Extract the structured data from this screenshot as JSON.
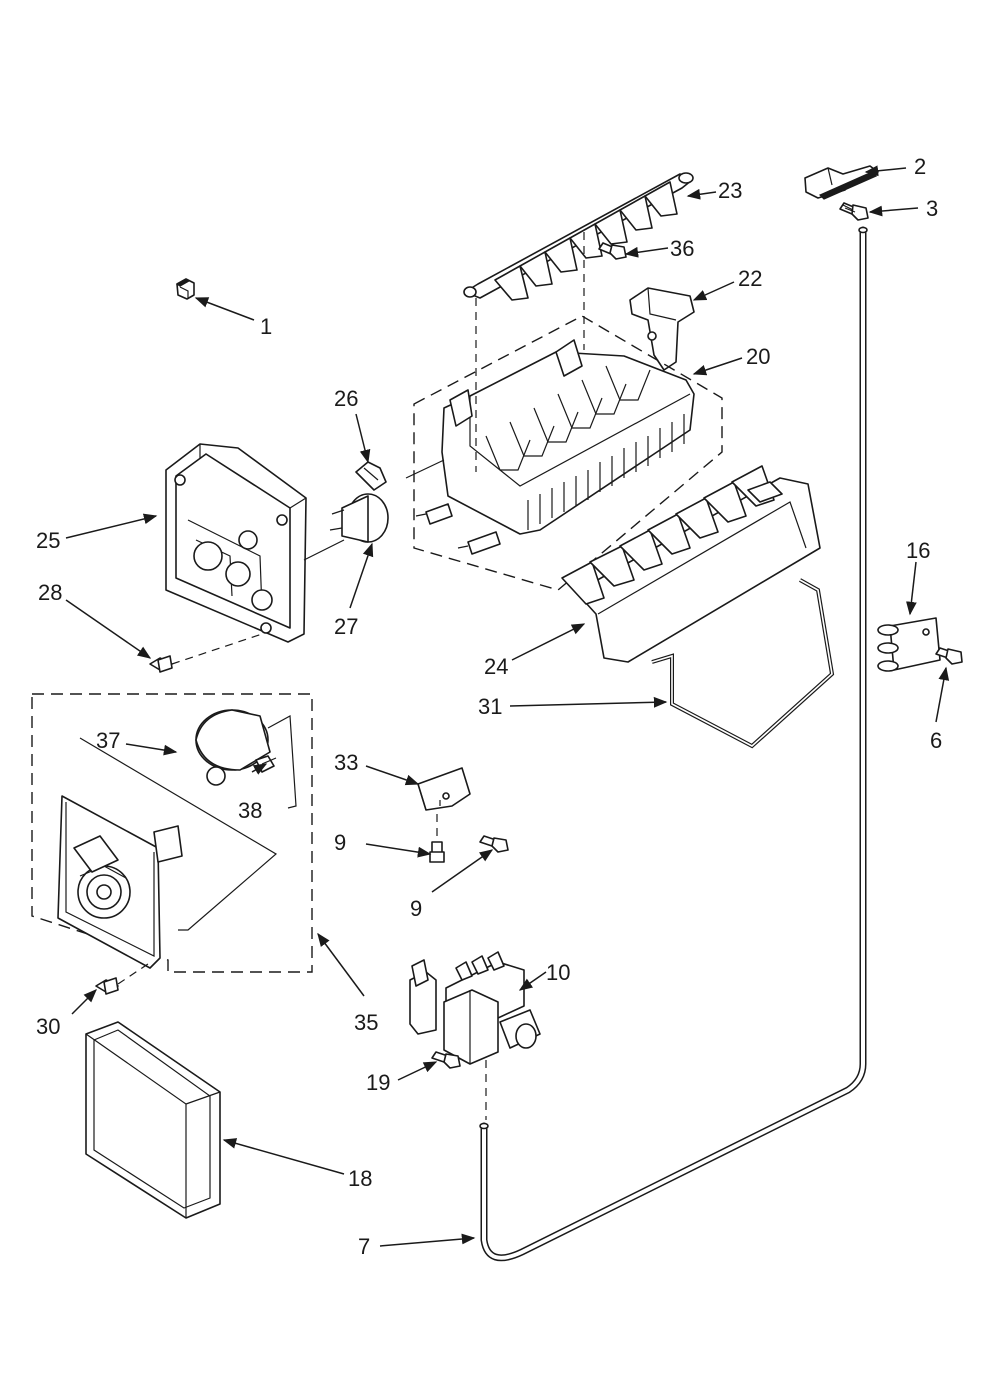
{
  "diagram": {
    "callouts": [
      {
        "id": "c1",
        "label": "1"
      },
      {
        "id": "c2",
        "label": "2"
      },
      {
        "id": "c3",
        "label": "3"
      },
      {
        "id": "c6",
        "label": "6"
      },
      {
        "id": "c7",
        "label": "7"
      },
      {
        "id": "c9a",
        "label": "9"
      },
      {
        "id": "c9b",
        "label": "9"
      },
      {
        "id": "c10",
        "label": "10"
      },
      {
        "id": "c16",
        "label": "16"
      },
      {
        "id": "c18",
        "label": "18"
      },
      {
        "id": "c19",
        "label": "19"
      },
      {
        "id": "c20",
        "label": "20"
      },
      {
        "id": "c22",
        "label": "22"
      },
      {
        "id": "c23",
        "label": "23"
      },
      {
        "id": "c24",
        "label": "24"
      },
      {
        "id": "c25",
        "label": "25"
      },
      {
        "id": "c26",
        "label": "26"
      },
      {
        "id": "c27",
        "label": "27"
      },
      {
        "id": "c28",
        "label": "28"
      },
      {
        "id": "c30",
        "label": "30"
      },
      {
        "id": "c31",
        "label": "31"
      },
      {
        "id": "c33",
        "label": "33"
      },
      {
        "id": "c35",
        "label": "35"
      },
      {
        "id": "c36",
        "label": "36"
      },
      {
        "id": "c37",
        "label": "37"
      },
      {
        "id": "c38",
        "label": "38"
      }
    ]
  }
}
